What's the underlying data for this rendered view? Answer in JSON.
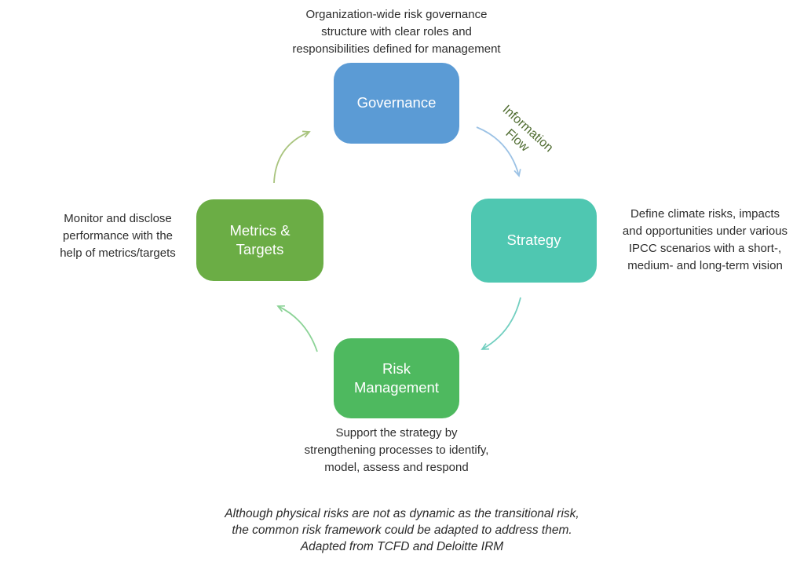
{
  "colors": {
    "governance": "#5B9BD5",
    "strategy": "#4FC7B1",
    "risk_management": "#4EB95F",
    "metrics_targets": "#6BAD45",
    "arrow_blue": "#9CC2E5",
    "arrow_teal": "#72CFC0",
    "arrow_green": "#8CD397",
    "arrow_olive": "#A9C47E",
    "info_flow_text": "#4E6B2F"
  },
  "nodes": {
    "governance": {
      "label": "Governance"
    },
    "strategy": {
      "label": "Strategy"
    },
    "risk_management": {
      "label": "Risk Management"
    },
    "metrics_targets": {
      "label": "Metrics & Targets"
    }
  },
  "notes": {
    "governance_note": {
      "lines": [
        "Organization-wide risk governance",
        "structure with clear roles and",
        "responsibilities defined for management"
      ]
    },
    "strategy_note": {
      "lines": [
        "Define climate risks, impacts",
        "and opportunities under various",
        "IPCC scenarios with a short-,",
        "medium- and long-term vision"
      ]
    },
    "risk_note": {
      "lines": [
        "Support the strategy by",
        "strengthening processes to identify,",
        "model, assess and respond"
      ]
    },
    "metrics_note": {
      "lines": [
        "Monitor and disclose",
        "performance with the",
        "help of metrics/targets"
      ]
    }
  },
  "arrow_label": {
    "lines": [
      "Information",
      "Flow"
    ]
  },
  "caption": {
    "lines": [
      "Although physical risks are not as dynamic as the transitional risk,",
      "the common risk framework could be adapted to address them.",
      "Adapted from TCFD and Deloitte IRM"
    ]
  }
}
